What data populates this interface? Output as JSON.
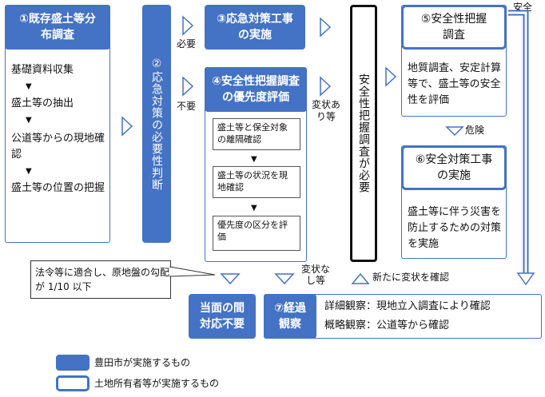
{
  "step1": {
    "title": "①既存盛土等分布調査",
    "lines": [
      "基礎資料収集",
      "▼",
      "盛土等の抽出",
      "▼",
      "公道等からの現地確認",
      "▼",
      "盛土等の位置の把握"
    ]
  },
  "step2": {
    "title": "②応急対策の必要性判断"
  },
  "branch": {
    "necessary": "必要",
    "unnecessary": "不要"
  },
  "step3": {
    "title": "③応急対策工事の実施"
  },
  "step4": {
    "title": "④安全性把握調査の優先度評価",
    "sub": [
      "盛土等と保全対象の離隔確認",
      "盛土等の状況を現地確認",
      "優先度の区分を評価"
    ],
    "arrow": "▼"
  },
  "anomaly": {
    "exists": "変状あり等",
    "none": "変状なし等",
    "new": "新たに変状を確認"
  },
  "survey_required": "安全性把握調査が必要",
  "step5": {
    "title": "⑤安全性把握調査",
    "desc": "地質調査、安定計算等で、盛土等の安全性を評価"
  },
  "safe_label": "安全",
  "danger_label": "危険",
  "step6": {
    "title": "⑥安全対策工事の実施",
    "desc": "盛土等に伴う災害を防止するための対策を実施"
  },
  "callout": "法令等に適合し、原地盤の勾配が 1/10 以下",
  "no_action": "当面の間対応不要",
  "step7": {
    "title": "⑦経過観察",
    "detail": "詳細観察：現地立入調査により確認",
    "rough": "概略観察：公道等から確認"
  },
  "legend": {
    "city": "豊田市が実施するもの",
    "owner": "土地所有者等が実施するもの"
  },
  "colors": {
    "accent": "#4472c4"
  }
}
